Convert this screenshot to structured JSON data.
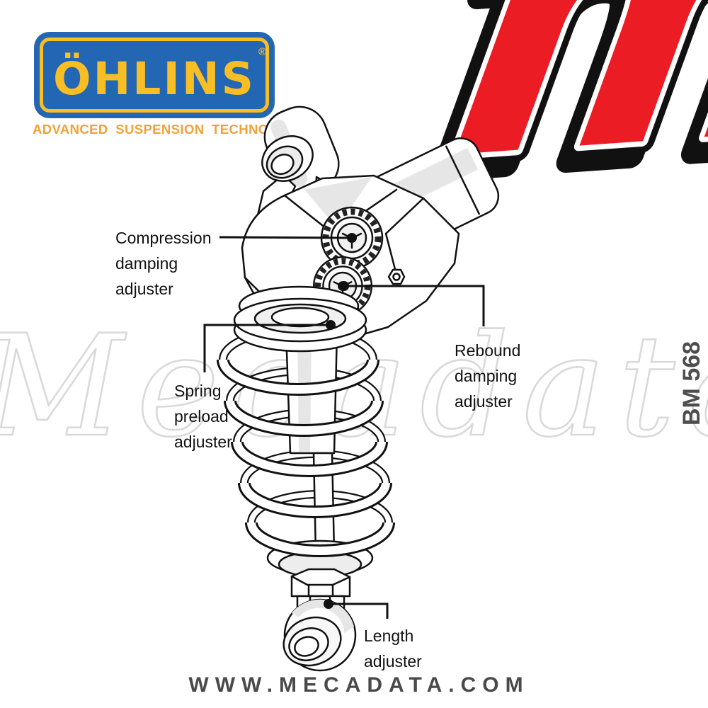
{
  "brand": {
    "name": "ÖHLINS",
    "registered": "®",
    "tagline": "ADVANCED SUSPENSION TECHNOLOGY"
  },
  "mecadata": {
    "logo_letter": "m",
    "watermark": "Mecadata",
    "website": "WWW.MECADATA.COM"
  },
  "reference_code": "BM 568",
  "labels": {
    "compression": {
      "lines": [
        "Compression",
        "damping",
        "adjuster"
      ]
    },
    "rebound": {
      "lines": [
        "Rebound",
        "damping",
        "adjuster"
      ]
    },
    "spring_preload": {
      "lines": [
        "Spring",
        "preload",
        "adjuster"
      ]
    },
    "length": {
      "lines": [
        "Length",
        "adjuster"
      ]
    }
  },
  "illustration": {
    "subject": "rear-shock-absorber-line-drawing"
  },
  "colors": {
    "c-blue": "#2366b4",
    "c-yellow": "#f9be24",
    "c-orange": "#f0a238",
    "c-red": "#ec1c24",
    "c-ink": "#111111",
    "c-label": "#111111",
    "c-site": "#4a4a4a",
    "c-ref": "#4d4d4d",
    "c-wm": "#d9d9d9",
    "c-shade": "#e6e6e6"
  }
}
